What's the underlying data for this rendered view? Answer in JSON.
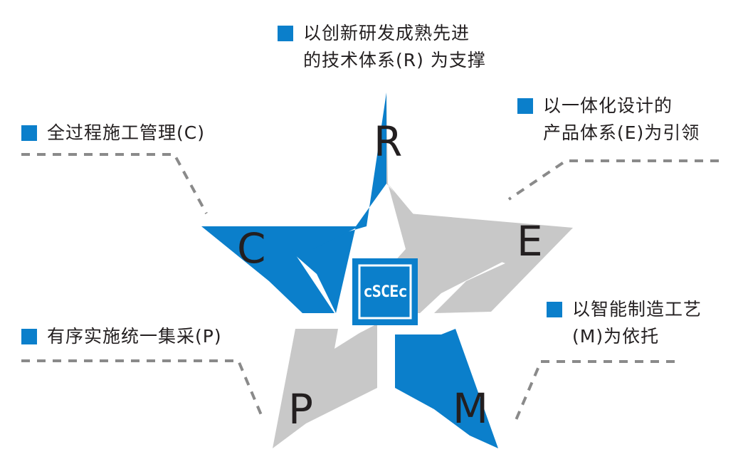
{
  "colors": {
    "blue": "#0b7fcb",
    "gray": "#c8c8c8",
    "dash": "#8a8a8a",
    "text": "#231f20"
  },
  "logo": {
    "text": "cSCEc",
    "icon": "cscec-logo-icon"
  },
  "letters": {
    "r": "R",
    "e": "E",
    "m": "M",
    "p": "P",
    "c": "C"
  },
  "labels": {
    "r": {
      "line1": "以创新研发成熟先进",
      "line2": "的技术体系(R) 为支撑"
    },
    "e": {
      "line1": "以一体化设计的",
      "line2": "产品体系(E)为引领"
    },
    "c": {
      "line1": "全过程施工管理(C)"
    },
    "m": {
      "line1": "以智能制造工艺",
      "line2": "(M)为依托"
    },
    "p": {
      "line1": "有序实施统一集采(P)"
    }
  }
}
